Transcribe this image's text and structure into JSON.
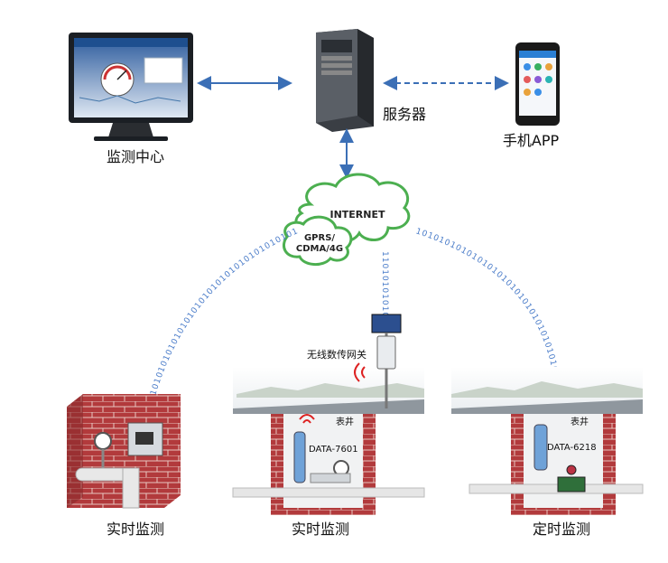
{
  "nodes": {
    "monitor_center": "监测中心",
    "server": "服务器",
    "phone_app": "手机APP"
  },
  "network": {
    "internet": "INTERNET",
    "mobile_line1": "GPRS/",
    "mobile_line2": "CDMA/4G"
  },
  "gateway": {
    "label": "无线数传网关"
  },
  "sites": [
    {
      "caption": "实时监测"
    },
    {
      "caption": "实时监测",
      "pit_label": "表井",
      "device": "DATA-7601"
    },
    {
      "caption": "定时监测",
      "pit_label": "表井",
      "device": "DATA-6218"
    }
  ],
  "binary_streams": {
    "left": "1010101010101010101010101010101010101010",
    "middle": "1101010101010",
    "right": "1010101010101010101010101010101010101010"
  },
  "colors": {
    "arrow": "#3b6fb6",
    "brick": "#b4383a",
    "cloud": "#4caf50",
    "binary": "#4a7cc9"
  }
}
